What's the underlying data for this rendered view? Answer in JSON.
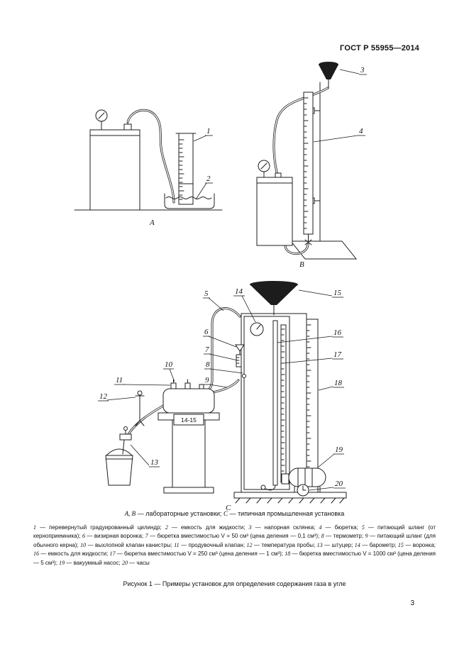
{
  "header": {
    "doc_number": "ГОСТ Р 55955—2014"
  },
  "footer": {
    "page_number": "3"
  },
  "figure": {
    "caption": "Рисунок 1 — Примеры установок для определения содержания газа в угле",
    "subcaption": {
      "ab": "А, В",
      "ab_text": " — лабораторные установки; ",
      "c": "С",
      "c_text": " — типичная промышленная установка"
    },
    "legend_dash": " — ",
    "legend_join": "; ",
    "legend": [
      {
        "num": "1",
        "text": "перевернутый градуированный цилиндр"
      },
      {
        "num": "2",
        "text": "емкость для жидкости"
      },
      {
        "num": "3",
        "text": "напорная склянка"
      },
      {
        "num": "4",
        "text": "бюретка"
      },
      {
        "num": "5",
        "text": "питающий шланг (от керноприемника)"
      },
      {
        "num": "6",
        "text": "визирная воронка"
      },
      {
        "num": "7",
        "text": "бюретка вместимостью V = 50 см³ (цена деления — 0,1 см³)"
      },
      {
        "num": "8",
        "text": "термометр"
      },
      {
        "num": "9",
        "text": "питающий шланг (для обычного керна)"
      },
      {
        "num": "10",
        "text": "выхлопной клапан канистры"
      },
      {
        "num": "11",
        "text": "продувочный клапан"
      },
      {
        "num": "12",
        "text": "температура пробы"
      },
      {
        "num": "13",
        "text": "штуцер"
      },
      {
        "num": "14",
        "text": "барометр"
      },
      {
        "num": "15",
        "text": "воронка"
      },
      {
        "num": "16",
        "text": "емкость для жидкости"
      },
      {
        "num": "17",
        "text": "бюретка вместимостью V = 250 см³ (цена деления — 1 см³)"
      },
      {
        "num": "18",
        "text": "бюретка вместимостью V = 1000 см³ (цена деления — 5 см³)"
      },
      {
        "num": "19",
        "text": "вакуумный насос"
      },
      {
        "num": "20",
        "text": "часы"
      }
    ]
  },
  "diagrams": {
    "a": {
      "label": "А",
      "callouts": {
        "c1": "1",
        "c2": "2"
      }
    },
    "b": {
      "label": "В",
      "callouts": {
        "c3": "3",
        "c4": "4"
      }
    },
    "c": {
      "label": "С",
      "plate_label": "14-15",
      "callouts": {
        "c5": "5",
        "c6": "6",
        "c7": "7",
        "c8": "8",
        "c9": "9",
        "c10": "10",
        "c11": "11",
        "c12": "12",
        "c13": "13",
        "c14": "14",
        "c15": "15",
        "c16": "16",
        "c17": "17",
        "c18": "18",
        "c19": "19",
        "c20": "20"
      }
    }
  }
}
